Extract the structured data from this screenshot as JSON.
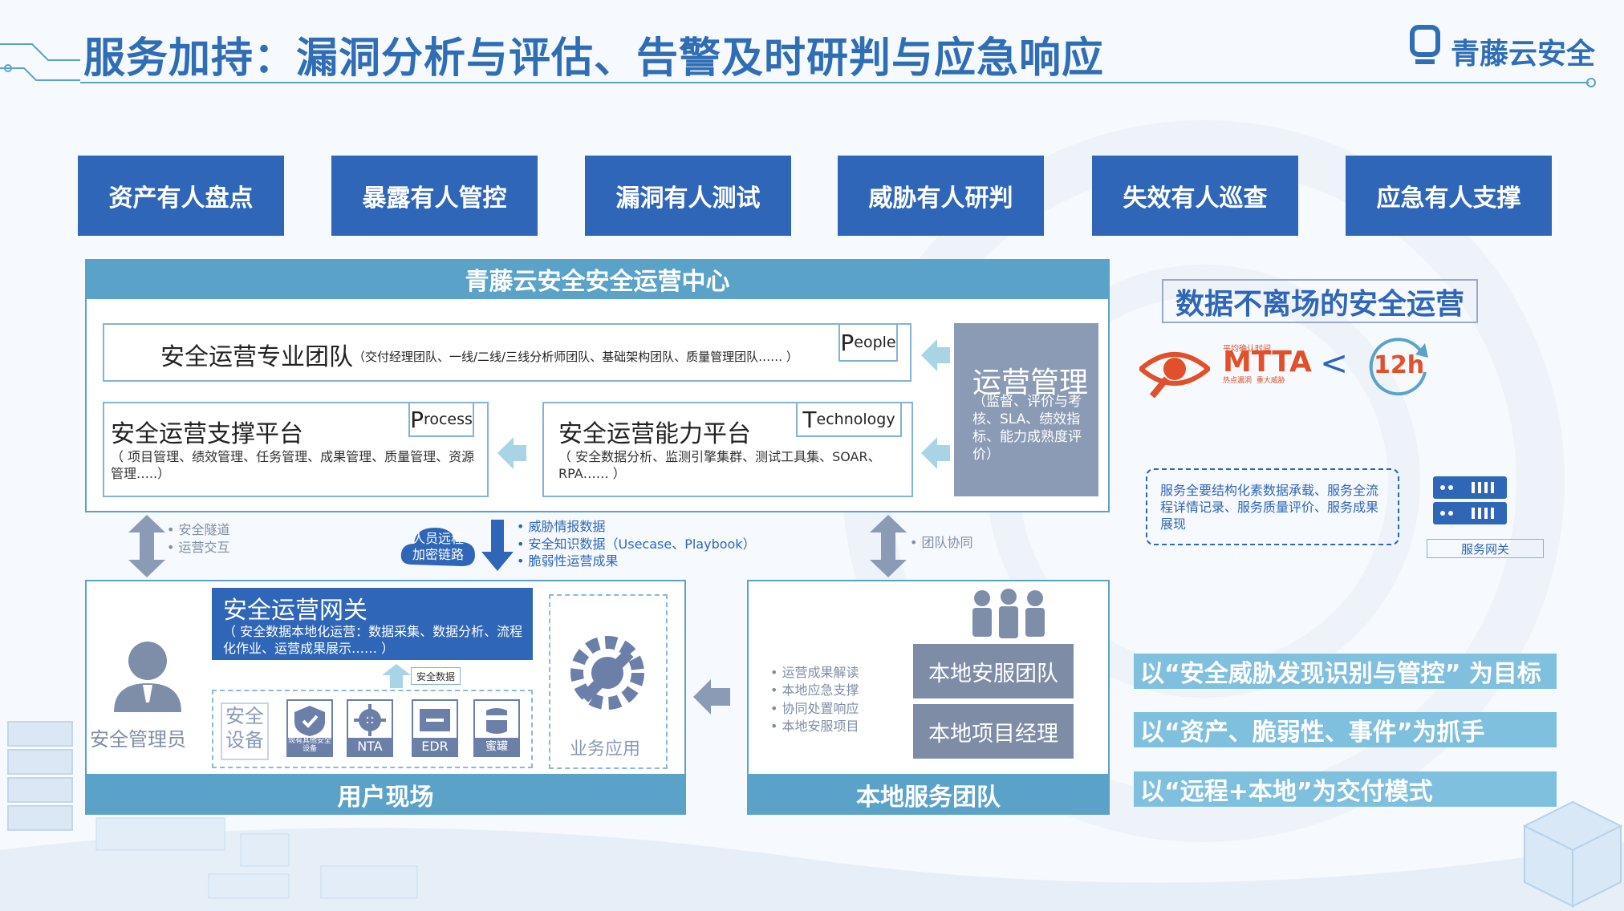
{
  "header": {
    "title": "服务加持：漏洞分析与评估、告警及时研判与应急响应",
    "logo_text": "青藤云安全"
  },
  "top_boxes": [
    "资产有人盘点",
    "暴露有人管控",
    "漏洞有人测试",
    "威胁有人研判",
    "失效有人巡查",
    "应急有人支撑"
  ],
  "soc": {
    "title": "青藤云安全安全运营中心",
    "team": {
      "title": "安全运营专业团队",
      "detail": "（交付经理团队、一线/二线/三线分析师团队、基础架构团队、质量管理团队…… ）",
      "tag_cap": "P",
      "tag_rest": "eople"
    },
    "support": {
      "title": "安全运营支撑平台",
      "detail": "（ 项目管理、绩效管理、任务管理、成果管理、质量管理、资源管理…..）",
      "tag_cap": "P",
      "tag_rest": "rocess"
    },
    "capability": {
      "title": "安全运营能力平台",
      "detail": "（ 安全数据分析、监测引擎集群、测试工具集、SOAR、RPA…… ）",
      "tag_cap": "T",
      "tag_rest": "echnology"
    },
    "ops": {
      "title": "运营管理",
      "detail": "（监督、评价与考核、SLA、绩效指标、能力成熟度评价）"
    }
  },
  "middle": {
    "left_notes": [
      "安全隧道",
      "运营交互"
    ],
    "cloud_label": [
      "人员远程",
      "加密链路"
    ],
    "down_notes": [
      "威胁情报数据",
      "安全知识数据（Usecase、Playbook）",
      "脆弱性运营成果"
    ],
    "right_note": "团队协同"
  },
  "user_site": {
    "footer": "用户现场",
    "admin_label": "安全管理员",
    "gateway_title": "安全运营网关",
    "gateway_detail": "（ 安全数据本地化运营：数据采集、数据分析、流程化作业、运营成果展示…… ）",
    "security_data": "安全数据",
    "equipment_label": "安全设备",
    "devices": [
      "现有其他安全设备",
      "NTA",
      "EDR",
      "蜜罐"
    ],
    "app_label": "业务应用"
  },
  "local_team": {
    "footer": "本地服务团队",
    "notes": [
      "运营成果解读",
      "本地应急支撑",
      "协同处置响应",
      "本地安服项目"
    ],
    "boxes": [
      "本地安服团队",
      "本地项目经理"
    ]
  },
  "right": {
    "heading": "数据不离场的安全运营",
    "mtta": "MTTA",
    "mtta_top": "平均确认时间",
    "mtta_bottom_1": "热点漏洞",
    "mtta_bottom_2": "重大威胁",
    "lt": "<",
    "hours": "12h",
    "dashed_text": "服务全要结构化素数据承载、服务全流程详情记录、服务质量评价、服务成果展现",
    "gateway_label": "服务网关",
    "slogans": [
      "以“安全威胁发现识别与管控” 为目标",
      "以“资产、脆弱性、事件”为抓手",
      "以“远程+本地”为交付模式"
    ]
  },
  "colors": {
    "primary": "#2f66b7",
    "teal": "#5aa2c7",
    "gray_panel": "#8b9ab5",
    "slogan": "#7fc0de",
    "mtta": "#e0502a"
  }
}
